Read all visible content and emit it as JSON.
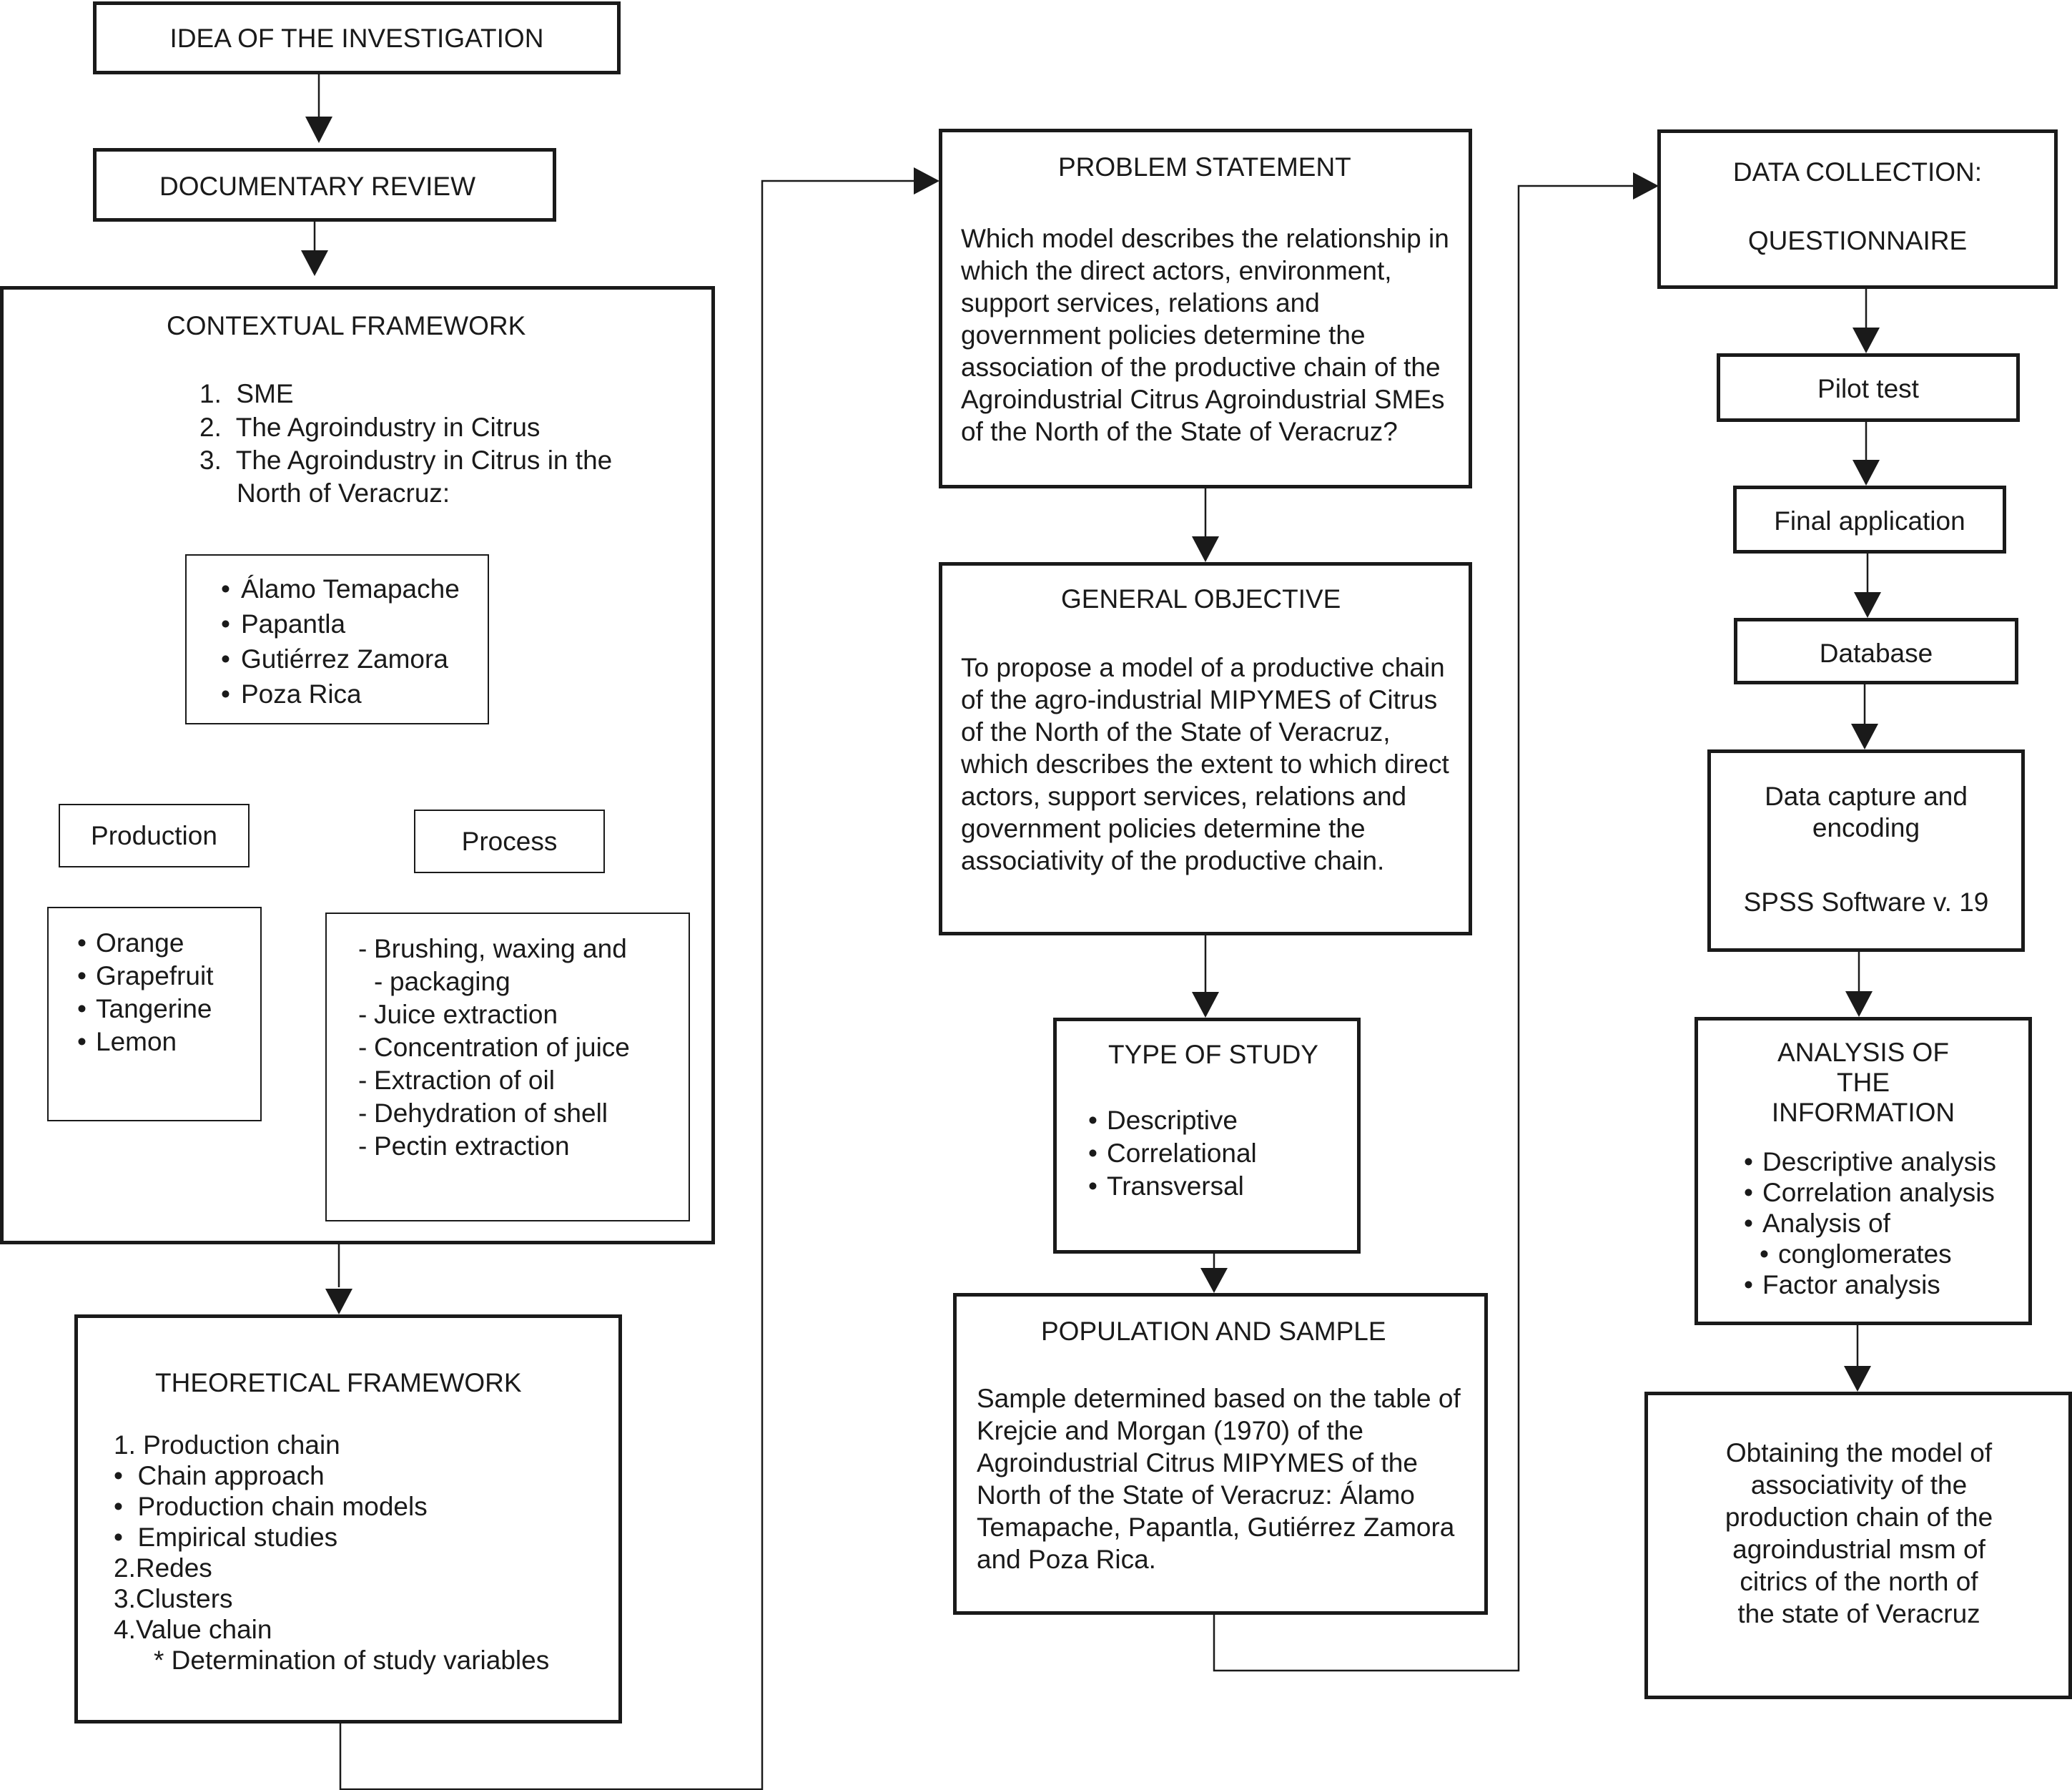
{
  "idea": {
    "title": "IDEA OF THE INVESTIGATION"
  },
  "review": {
    "title": "DOCUMENTARY REVIEW"
  },
  "contextual": {
    "title": "CONTEXTUAL FRAMEWORK",
    "items": [
      "1.  SME",
      "2.  The Agroindustry in Citrus",
      "3.  The Agroindustry in Citrus in the",
      "North of Veracruz:"
    ],
    "municipalities": [
      "Álamo Temapache",
      "Papantla",
      "Gutiérrez Zamora",
      "Poza Rica"
    ],
    "production": {
      "title": "Production",
      "items": [
        "Orange",
        "Grapefruit",
        "Tangerine",
        "Lemon"
      ]
    },
    "process": {
      "title": "Process",
      "items": [
        "Brushing, waxing and",
        "packaging",
        "Juice extraction",
        "Concentration of juice",
        "Extraction of oil",
        "Dehydration of shell",
        "Pectin extraction"
      ]
    }
  },
  "theoretical": {
    "title": "THEORETICAL FRAMEWORK",
    "lines": [
      "1. Production chain",
      "•  Chain approach",
      "•  Production chain models",
      "•  Empirical studies",
      "2.Redes",
      "3.Clusters",
      "4.Value chain",
      "* Determination of study variables"
    ]
  },
  "problem": {
    "title": "PROBLEM STATEMENT",
    "text": "Which model describes the relationship in which the direct actors, environment, support services, relations and government policies determine the association of the productive chain of the Agroindustrial Citrus Agroindustrial SMEs of the North of the State of Veracruz?"
  },
  "objective": {
    "title": "GENERAL OBJECTIVE",
    "text": "To propose a model of a productive chain of the agro-industrial MIPYMES of Citrus of the North of the State of Veracruz, which describes the extent to which direct actors, support services, relations and government policies determine the associativity of the productive chain."
  },
  "study": {
    "title": "TYPE OF STUDY",
    "items": [
      "Descriptive",
      "Correlational",
      "Transversal"
    ]
  },
  "population": {
    "title": "POPULATION AND SAMPLE",
    "text": "Sample determined based on the table of Krejcie and Morgan (1970) of the Agroindustrial Citrus MIPYMES of the North of the State of Veracruz: Álamo Temapache, Papantla, Gutiérrez Zamora and Poza Rica."
  },
  "collection": {
    "line1": "DATA COLLECTION:",
    "line2": "QUESTIONNAIRE"
  },
  "pilot": {
    "title": "Pilot test"
  },
  "final": {
    "title": "Final application"
  },
  "database": {
    "title": "Database"
  },
  "capture": {
    "line1": "Data capture and",
    "line2": "encoding",
    "line3": "SPSS Software v. 19"
  },
  "analysis": {
    "title1": "ANALYSIS OF",
    "title2": "THE",
    "title3": "INFORMATION",
    "items": [
      "Descriptive analysis",
      "Correlation analysis",
      "Analysis of",
      "Factor analysis"
    ],
    "item3b": "conglomerates"
  },
  "obtaining": {
    "text": "Obtaining the model of associativity of the production chain of the agroindustrial msm of citrics of the north of the state of Veracruz"
  }
}
